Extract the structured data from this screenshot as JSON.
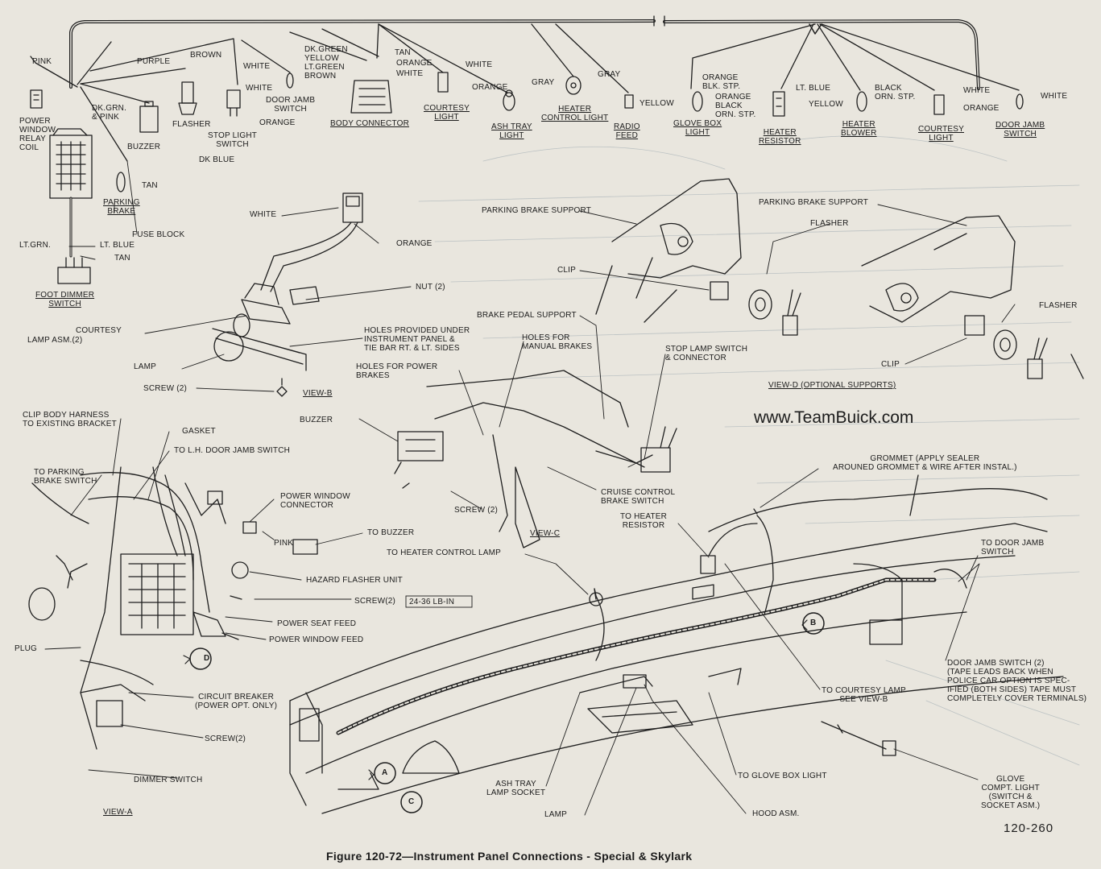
{
  "caption": "Figure 120-72—Instrument Panel Connections - Special & Skylark",
  "figure_number": "120-260",
  "watermark": "www.TeamBuick.com",
  "top_harness": {
    "pink": "PINK",
    "power_window_relay_coil": "POWER\nWINDOW\nRELAY\nCOIL",
    "purple": "PURPLE",
    "brown_top": "BROWN",
    "dk_grn_pink": "DK.GRN.\n& PINK",
    "buzzer": "BUZZER",
    "dk_blue": "DK BLUE",
    "flasher": "FLASHER",
    "white_stop": "WHITE",
    "stop_light_switch": "STOP LIGHT\nSWITCH",
    "white_dj": "WHITE",
    "door_jamb_switch_left": "DOOR JAMB\nSWITCH",
    "orange_dj": "ORANGE",
    "connector_wires": "DK.GREEN\nYELLOW\nLT.GREEN\nBROWN",
    "tan_bc": "TAN",
    "orange_bc": "ORANGE",
    "white_bc": "WHITE",
    "body_connector": "BODY CONNECTOR",
    "white_cl": "WHITE",
    "orange_cl": "ORANGE",
    "courtesy_light_left": "COURTESY\nLIGHT",
    "gray_ash": "GRAY",
    "ash_tray_light": "ASH TRAY\nLIGHT",
    "gray_heater": "GRAY",
    "heater_control_light": "HEATER\nCONTROL LIGHT",
    "yellow_radio": "YELLOW",
    "radio_feed": "RADIO\nFEED",
    "orange_blk_stp_top": "ORANGE\nBLK. STP.",
    "glove_box_light": "GLOVE BOX\nLIGHT",
    "orange_black_orn": "ORANGE\nBLACK\nORN. STP.",
    "lt_blue_hr": "LT. BLUE",
    "yellow_hr": "YELLOW",
    "heater_resistor": "HEATER\nRESISTOR",
    "black_orn_stp": "BLACK\nORN. STP.",
    "heater_blower": "HEATER\nBLOWER",
    "white_cr": "WHITE",
    "orange_cr": "ORANGE",
    "courtesy_light_right": "COURTESY\nLIGHT",
    "white_dj_right": "WHITE",
    "door_jamb_switch_right": "DOOR JAMB\nSWITCH",
    "tan_pb": "TAN",
    "parking_brake": "PARKING\nBRAKE",
    "fuse_block": "FUSE BLOCK",
    "lt_grn": "LT.GRN.",
    "lt_blue_fd": "LT. BLUE",
    "tan_fd": "TAN",
    "foot_dimmer_switch": "FOOT DIMMER\nSWITCH"
  },
  "view_b": {
    "white": "WHITE",
    "orange": "ORANGE",
    "nut": "NUT (2)",
    "courtesy": "COURTESY",
    "lamp_asm": "LAMP ASM.(2)",
    "holes_provided": "HOLES PROVIDED UNDER\nINSTRUMENT PANEL &\nTIE BAR RT. & LT. SIDES",
    "lamp": "LAMP",
    "screw": "SCREW (2)",
    "title": "VIEW-B"
  },
  "view_c": {
    "parking_brake_support": "PARKING BRAKE SUPPORT",
    "clip": "CLIP",
    "brake_pedal_support": "BRAKE PEDAL SUPPORT",
    "holes_manual": "HOLES FOR\nMANUAL BRAKES",
    "holes_power": "HOLES FOR POWER\nBRAKES",
    "stop_lamp_switch": "STOP LAMP SWITCH\n& CONNECTOR",
    "buzzer": "BUZZER",
    "cruise_control": "CRUISE CONTROL\nBRAKE SWITCH",
    "screw": "SCREW (2)",
    "title": "VIEW-C"
  },
  "view_d": {
    "parking_brake_support": "PARKING BRAKE SUPPORT",
    "flasher_top": "FLASHER",
    "flasher_right": "FLASHER",
    "clip": "CLIP",
    "title": "VIEW-D (OPTIONAL SUPPORTS)"
  },
  "view_a": {
    "clip_body_harness": "CLIP BODY HARNESS\nTO EXISTING BRACKET",
    "gasket": "GASKET",
    "to_lh_door_jamb": "TO L.H. DOOR JAMB SWITCH",
    "to_parking_brake": "TO PARKING\nBRAKE SWITCH",
    "power_window_connector": "POWER WINDOW\nCONNECTOR",
    "pink": "PINK",
    "to_buzzer": "TO BUZZER",
    "hazard_flasher": "HAZARD FLASHER UNIT",
    "screw_torque": "SCREW(2)",
    "torque_value": "24-36 LB-IN",
    "power_seat_feed": "POWER SEAT FEED",
    "power_window_feed": "POWER WINDOW FEED",
    "plug": "PLUG",
    "circuit_breaker": "CIRCUIT BREAKER\n(POWER OPT. ONLY)",
    "screw2": "SCREW(2)",
    "dimmer_switch": "DIMMER SWITCH",
    "title": "VIEW-A",
    "to_heater_control_lamp": "TO HEATER CONTROL LAMP",
    "to_heater_resistor": "TO HEATER\nRESISTOR",
    "grommet": "GROMMET (APPLY SEALER\nAROUNED GROMMET & WIRE AFTER INSTAL.)",
    "to_door_jamb_switch": "TO DOOR JAMB\nSWITCH",
    "door_jamb_switch_note": "DOOR JAMB SWITCH (2)\n(TAPE LEADS BACK WHEN\nPOLICE CAR OPTION IS SPEC-\nIFIED (BOTH SIDES) TAPE MUST\nCOMPLETELY COVER TERMINALS)",
    "to_courtesy_lamp": "TO COURTESY LAMP\nSEE VIEW-B",
    "to_glove_box_light": "TO GLOVE BOX LIGHT",
    "glove_compt_light": "GLOVE\nCOMPT. LIGHT\n(SWITCH &\nSOCKET ASM.)",
    "ash_tray_lamp_socket": "ASH TRAY\nLAMP SOCKET",
    "lamp": "LAMP",
    "hood_asm": "HOOD ASM.",
    "callout_a": "A",
    "callout_b": "B",
    "callout_c": "C",
    "callout_d": "D"
  }
}
